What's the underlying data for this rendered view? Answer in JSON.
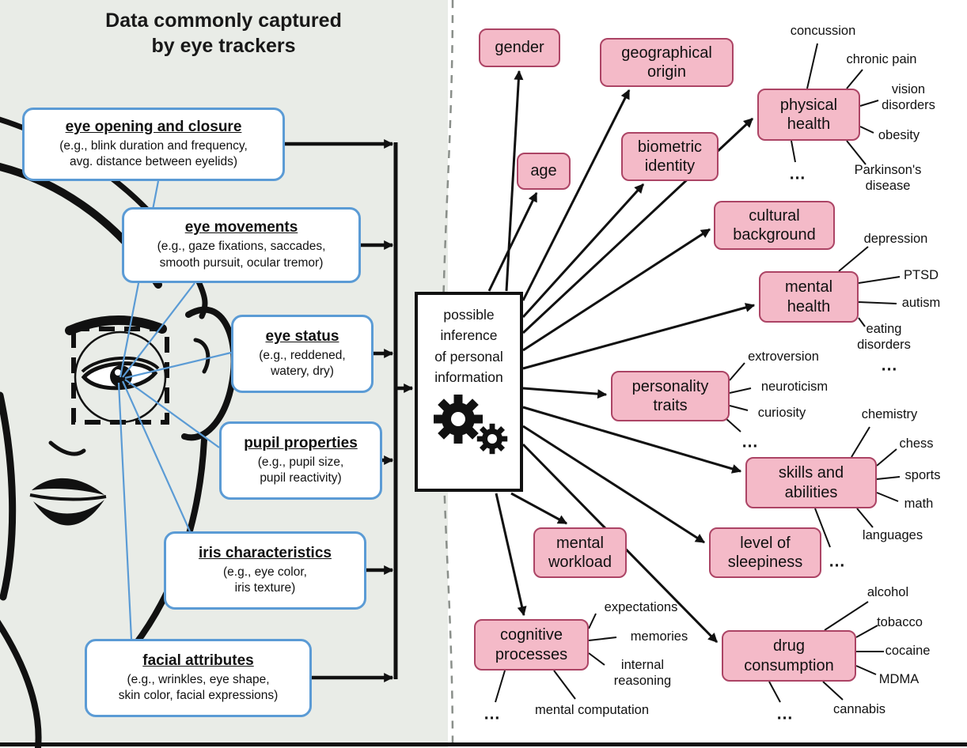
{
  "left_panel": {
    "title": "Data commonly captured\nby eye trackers",
    "boxes": [
      {
        "title": "eye opening and closure",
        "desc": "(e.g., blink duration and frequency,\navg. distance between eyelids)"
      },
      {
        "title": "eye movements",
        "desc": "(e.g., gaze fixations, saccades,\nsmooth pursuit, ocular tremor)"
      },
      {
        "title": "eye status",
        "desc": "(e.g., reddened,\nwatery, dry)"
      },
      {
        "title": "pupil properties",
        "desc": "(e.g., pupil size,\npupil reactivity)"
      },
      {
        "title": "iris characteristics",
        "desc": "(e.g., eye color,\niris texture)"
      },
      {
        "title": "facial attributes",
        "desc": "(e.g., wrinkles, eye shape,\nskin color, facial expressions)"
      }
    ]
  },
  "center": {
    "label": "possible\ninference\nof personal\ninformation",
    "icon": "gears-icon"
  },
  "right_panel": {
    "nodes": [
      {
        "id": "gender",
        "label": "gender"
      },
      {
        "id": "age",
        "label": "age"
      },
      {
        "id": "geographical-origin",
        "label": "geographical\norigin"
      },
      {
        "id": "biometric-identity",
        "label": "biometric\nidentity"
      },
      {
        "id": "physical-health",
        "label": "physical\nhealth",
        "leaves": [
          "concussion",
          "chronic pain",
          "vision\ndisorders",
          "obesity",
          "Parkinson's\ndisease",
          "..."
        ]
      },
      {
        "id": "cultural-background",
        "label": "cultural\nbackground"
      },
      {
        "id": "mental-health",
        "label": "mental\nhealth",
        "leaves": [
          "depression",
          "PTSD",
          "autism",
          "eating\ndisorders",
          "..."
        ]
      },
      {
        "id": "personality-traits",
        "label": "personality\ntraits",
        "leaves": [
          "extroversion",
          "neuroticism",
          "curiosity",
          "..."
        ]
      },
      {
        "id": "skills-and-abilities",
        "label": "skills and\nabilities",
        "leaves": [
          "chemistry",
          "chess",
          "sports",
          "math",
          "languages",
          "..."
        ]
      },
      {
        "id": "mental-workload",
        "label": "mental\nworkload"
      },
      {
        "id": "level-of-sleepiness",
        "label": "level of\nsleepiness"
      },
      {
        "id": "cognitive-processes",
        "label": "cognitive\nprocesses",
        "leaves": [
          "expectations",
          "memories",
          "internal\nreasoning",
          "mental computation",
          "..."
        ]
      },
      {
        "id": "drug-consumption",
        "label": "drug\nconsumption",
        "leaves": [
          "alcohol",
          "tobacco",
          "cocaine",
          "MDMA",
          "cannabis",
          "..."
        ]
      }
    ]
  },
  "colors": {
    "accent_blue": "#5b9bd5",
    "node_pink_fill": "#f4bac8",
    "node_pink_border": "#ac4465",
    "left_bg": "#e9ece7",
    "line_black": "#111111"
  }
}
